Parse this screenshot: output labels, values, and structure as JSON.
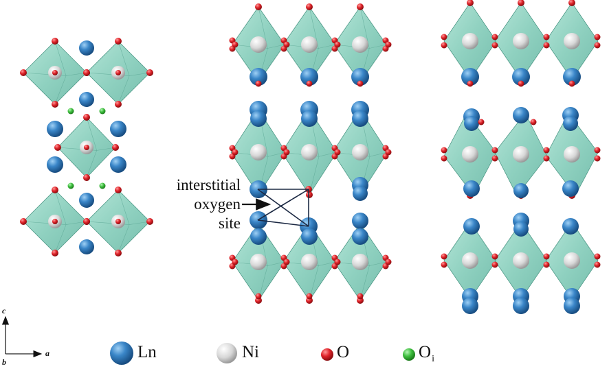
{
  "colors": {
    "octahedron": "#8fd4c3",
    "octahedron_edge": "#5fa896",
    "ln": "#3a86c8",
    "ni": "#d8d8d8",
    "o": "#e0242a",
    "oi": "#3fbf3f"
  },
  "annotation": {
    "line1": "interstitial",
    "line2": "oxygen",
    "line3": "site"
  },
  "axes": {
    "c": "c",
    "a": "a",
    "b": "b"
  },
  "legend": {
    "ln": "Ln",
    "ni": "Ni",
    "o": "O",
    "oi_base": "O",
    "oi_sub": "i"
  }
}
